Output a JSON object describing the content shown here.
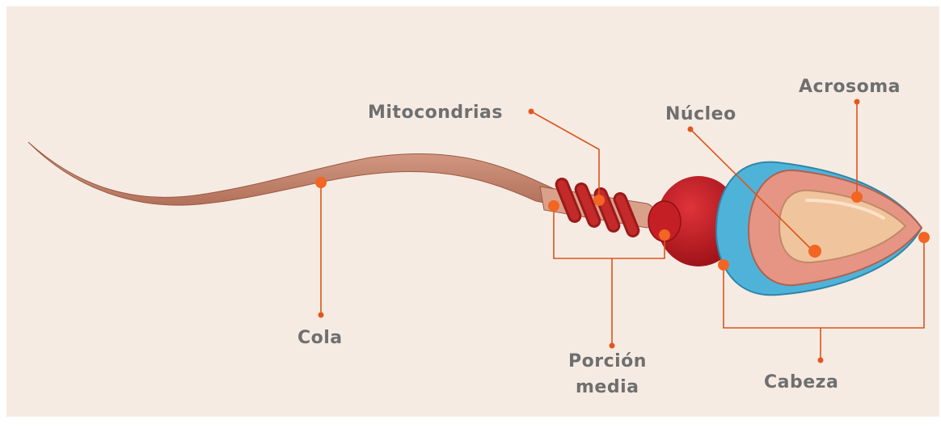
{
  "labels": {
    "mitocondrias": "Mitocondrias",
    "nucleo": "Núcleo",
    "acrosoma": "Acrosoma",
    "cola": "Cola",
    "porcion_line1": "Porción",
    "porcion_line2": "media",
    "cabeza": "Cabeza"
  },
  "colors": {
    "background": "#f6ebe3",
    "leader": "#d9561d",
    "marker": "#f26522",
    "tail": "#c98a70",
    "mitochondria": "#b32020",
    "neck": "#c41f24",
    "outer_head": "#4fb3d9",
    "acrosome": "#e69585",
    "nucleus": "#f0c49d",
    "label_text": "#6f6f6f"
  }
}
